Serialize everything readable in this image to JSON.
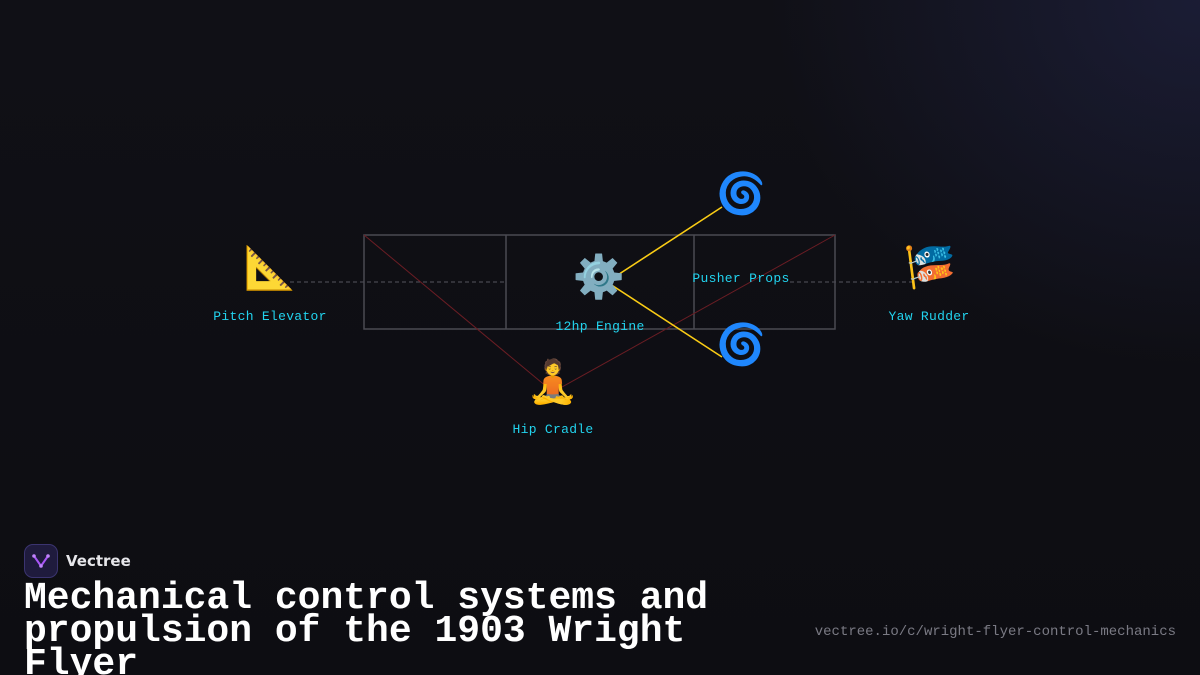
{
  "brand": {
    "name": "Vectree"
  },
  "title": {
    "line1": "Mechanical control systems and",
    "line2": "propulsion of the 1903 Wright Flyer"
  },
  "url": "vectree.io/c/wright-flyer-control-mechanics",
  "nodes": {
    "pitch_elevator": {
      "label": "Pitch Elevator",
      "icon": "triangular-ruler-icon",
      "glyph": "📐"
    },
    "engine": {
      "label": "12hp Engine",
      "icon": "gear-icon",
      "glyph": "⚙️"
    },
    "pusher_props": {
      "label": "Pusher Props",
      "icon": "cyclone-icon",
      "glyph": "🌀"
    },
    "yaw_rudder": {
      "label": "Yaw Rudder",
      "icon": "carp-streamer-icon",
      "glyph": "🎏"
    },
    "hip_cradle": {
      "label": "Hip Cradle",
      "icon": "person-lotus-position-icon",
      "glyph": "🧘"
    }
  },
  "colors": {
    "background": "#0e0e13",
    "label": "#22d3ee",
    "frame": "#4a4a52",
    "drive_chain": "#facc15",
    "wing_warp": "#7f1d1d",
    "control_link": "#55555e",
    "brand_accent": "#a855f7"
  }
}
